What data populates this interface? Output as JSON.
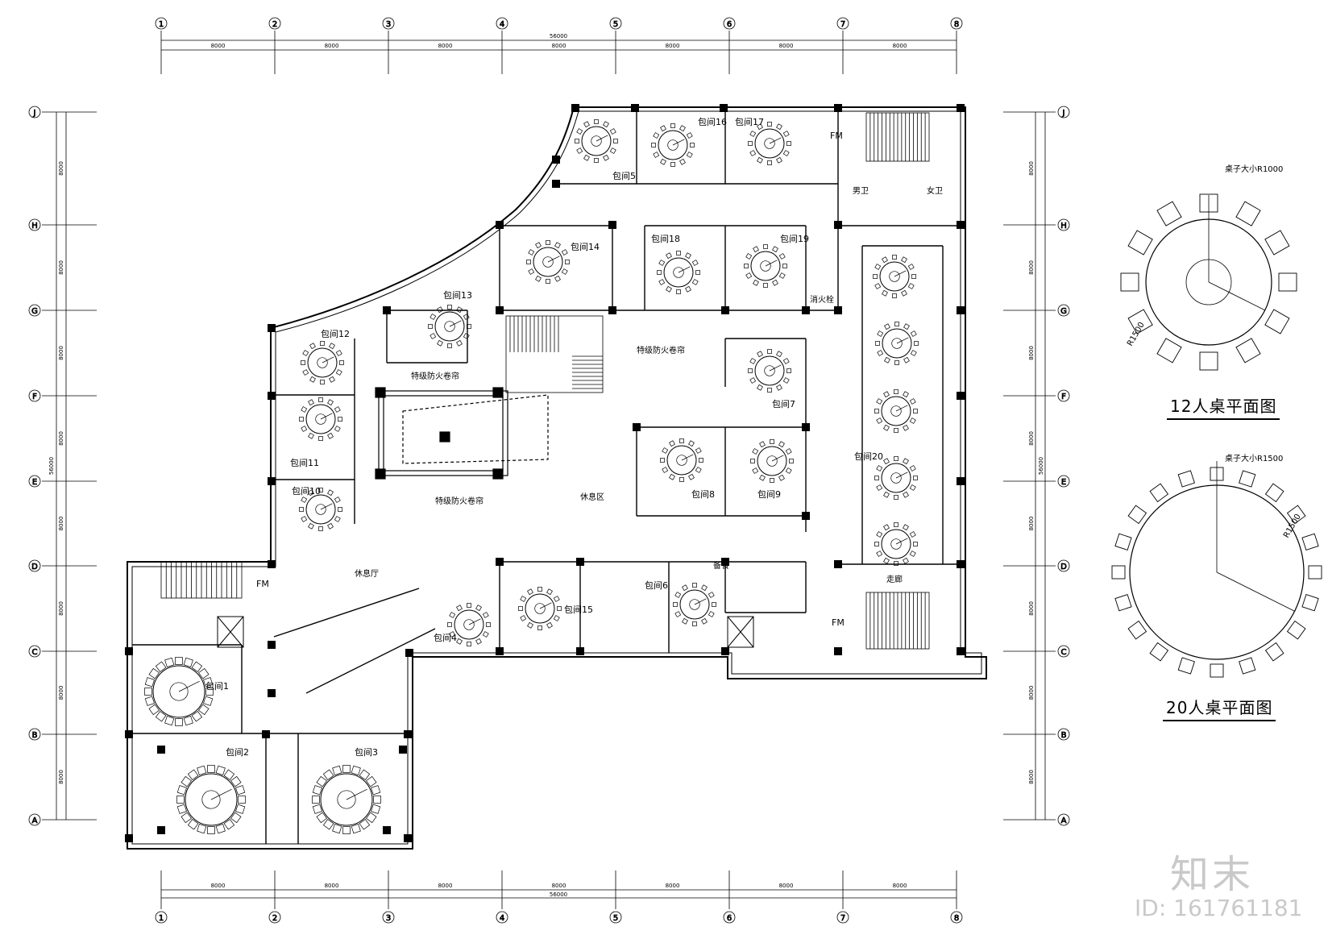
{
  "grid": {
    "columns": [
      "1",
      "2",
      "3",
      "4",
      "5",
      "6",
      "7",
      "8"
    ],
    "rows": [
      "A",
      "B",
      "C",
      "D",
      "E",
      "F",
      "G",
      "H",
      "J"
    ],
    "top_spans": [
      "8000",
      "8000",
      "8000",
      "8000",
      "8000",
      "8000",
      "8000"
    ],
    "top_total": "56000",
    "left_spans": [
      "8000",
      "8000",
      "8000",
      "8000",
      "8000",
      "8000",
      "8000",
      "8000"
    ],
    "left_total": "56000",
    "right_spans": [
      "8000",
      "8000",
      "8000",
      "8000",
      "8000",
      "8000",
      "8000",
      "8000"
    ],
    "right_total": "56000"
  },
  "labels": {
    "room5": "包间5",
    "room16": "包间16",
    "room17": "包间17",
    "room14": "包间14",
    "room18": "包间18",
    "room19": "包间19",
    "room13": "包间13",
    "room12": "包间12",
    "room11": "包间11",
    "room10": "包间10",
    "room7": "包间7",
    "room8": "包间8",
    "room9": "包间9",
    "room20": "包间20",
    "room4": "包间4",
    "room15": "包间15",
    "room6": "包间6",
    "room1": "包间1",
    "room2": "包间2",
    "room3": "包间3",
    "fire_shutter_1": "特级防火卷帘",
    "fire_shutter_2": "特级防火卷帘",
    "fire_shutter_3": "特级防火卷帘",
    "rest_area_1": "休息区",
    "rest_area_2": "休息厅",
    "fm": "FM",
    "pantry": "备餐",
    "fire_hydrant": "消火栓",
    "corridor": "走廊",
    "toilet_m": "男卫",
    "toilet_f": "女卫"
  },
  "legend": {
    "table12": {
      "title": "12人桌平面图",
      "dim": "桌子大小R1000",
      "radius": "R1500"
    },
    "table20": {
      "title": "20人桌平面图",
      "dim": "桌子大小R1500",
      "radius": "R1500"
    }
  },
  "watermark": {
    "brand": "知末",
    "id": "ID: 161761181"
  },
  "colors": {
    "line": "#000000",
    "watermark": "#c9c9c9"
  }
}
